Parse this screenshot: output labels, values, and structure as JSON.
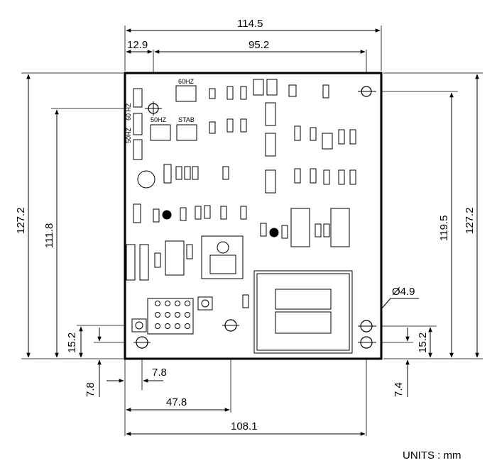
{
  "dimensions": {
    "overall_width": "114.5",
    "hole_to_hole_top": "95.2",
    "left_offset_top": "12.9",
    "overall_height_left": "127.2",
    "overall_height_right": "127.2",
    "hole_height_left": "111.8",
    "hole_height_right": "119.5",
    "bottom_left_height": "15.2",
    "bottom_right_height": "15.2",
    "bottom_left_vertical": "7.8",
    "bottom_left_horizontal": "7.8",
    "bottom_right_vertical": "7.4",
    "center_hole_offset": "47.8",
    "bottom_hole_span": "108.1",
    "hole_diameter": "Ø4.9"
  },
  "board_labels": {
    "freq_60_top": "60HZ",
    "freq_50": "50HZ",
    "stab": "STAB",
    "side_60": "60 HZ",
    "side_50": "50HZ"
  },
  "units": "UNITS : mm"
}
